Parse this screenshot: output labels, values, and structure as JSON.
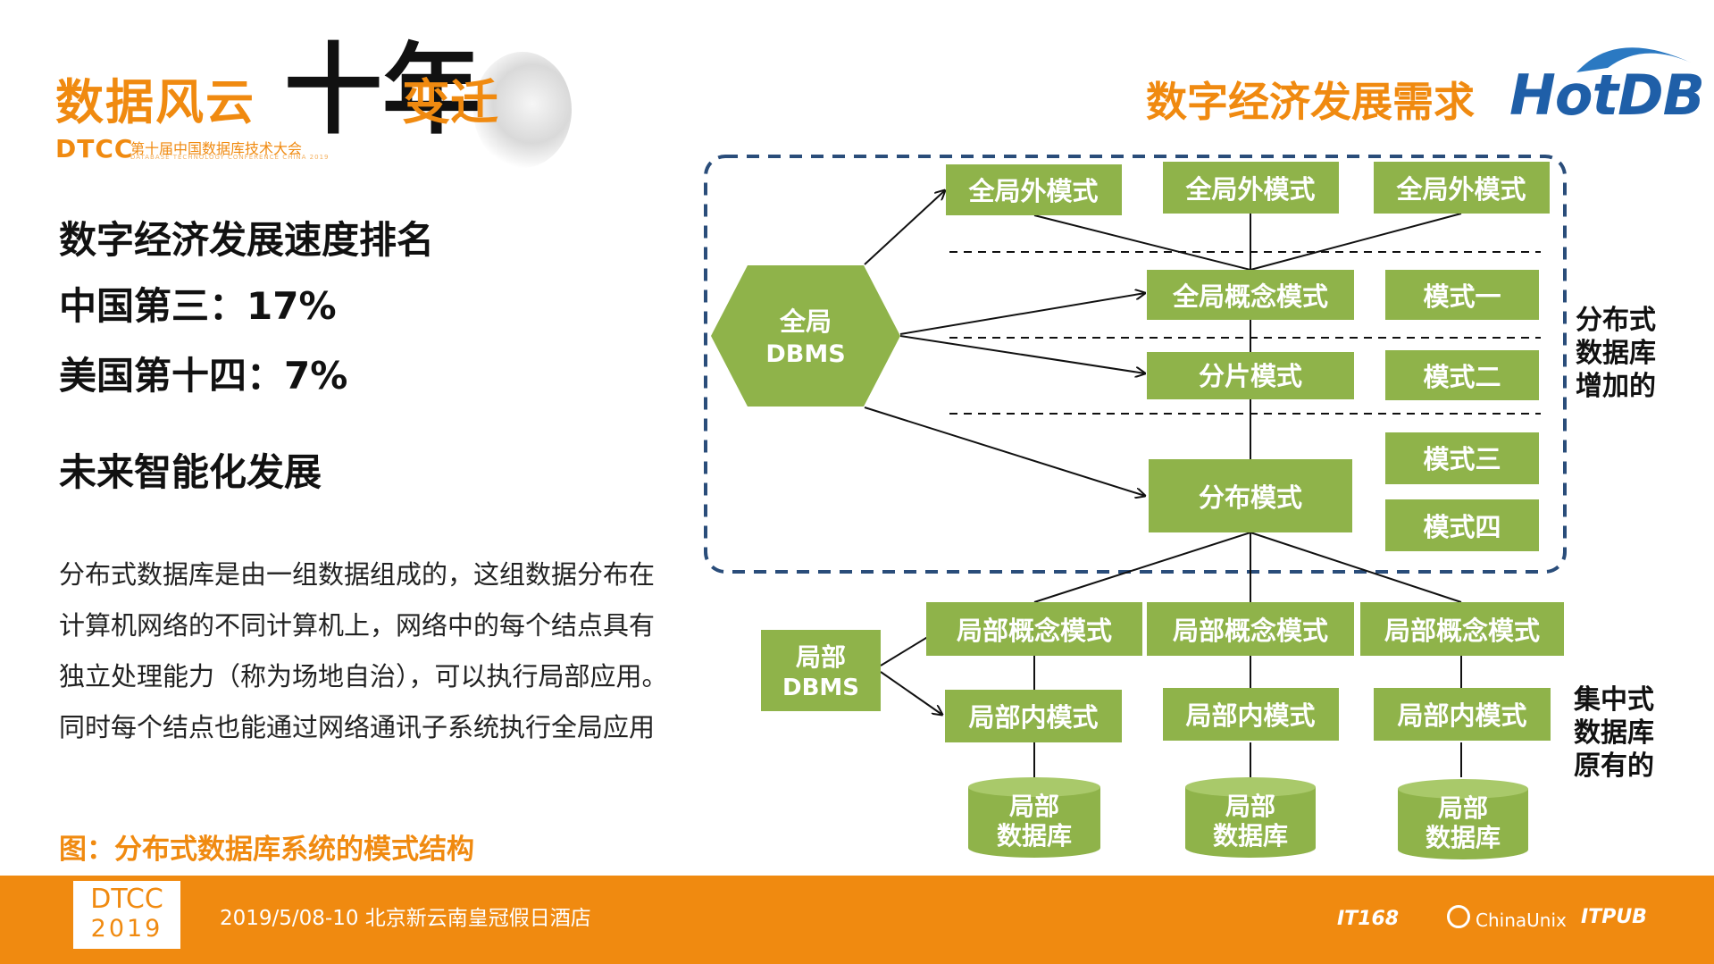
{
  "header": {
    "logo_title": "数据风云",
    "logo_ten_year": "十年",
    "logo_change": "变迁",
    "dtcc": "DTCC",
    "conference_name": "第十届中国数据库技术大会",
    "conference_sub": "DATABASE TECHNOLOGY CONFERENCE CHINA 2019",
    "slide_title": "数字经济发展需求",
    "brand": "HotDB"
  },
  "left": {
    "heading_rank": "数字经济发展速度排名",
    "china": "中国第三：17%",
    "usa": "美国第十四：7%",
    "heading_future": "未来智能化发展",
    "paragraph": "分布式数据库是由一组数据组成的，这组数据分布在计算机网络的不同计算机上，网络中的每个结点具有独立处理能力（称为场地自治），可以执行局部应用。同时每个结点也能通过网络通讯子系统执行全局应用",
    "caption": "图：分布式数据库系统的模式结构"
  },
  "diagram": {
    "global_dbms": [
      "全局",
      "DBMS"
    ],
    "ext_schemas": [
      "全局外模式",
      "全局外模式",
      "全局外模式"
    ],
    "concept_schema": "全局概念模式",
    "frag_schema": "分片模式",
    "dist_schema": "分布模式",
    "schema_labels": [
      "模式一",
      "模式二",
      "模式三",
      "模式四"
    ],
    "side_distributed": [
      "分布式",
      "数据库",
      "增加的"
    ],
    "local_dbms": [
      "局部",
      "DBMS"
    ],
    "local_concept": [
      "局部概念模式",
      "局部概念模式",
      "局部概念模式"
    ],
    "local_internal": [
      "局部内模式",
      "局部内模式",
      "局部内模式"
    ],
    "local_db": [
      "局部",
      "数据库"
    ],
    "side_centralized": [
      "集中式",
      "数据库",
      "原有的"
    ],
    "colors": {
      "node_fill": "#8fb34a",
      "dashed_frame": "#2a4d7a",
      "line": "#111111"
    }
  },
  "footer": {
    "dtcc": "DTCC",
    "year": "2019",
    "event": "2019/5/08-10  北京新云南皇冠假日酒店",
    "sponsor1": "IT168",
    "sponsor2": "ChinaUnix",
    "sponsor3": "ITPUB"
  }
}
